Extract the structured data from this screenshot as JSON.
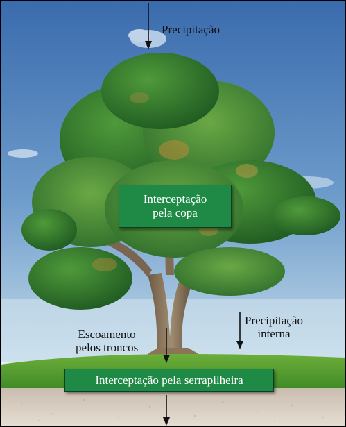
{
  "labels": {
    "precipitation": "Precipitação",
    "internal_precipitation_line1": "Precipitação",
    "internal_precipitation_line2": "interna",
    "stemflow_line1": "Escoamento",
    "stemflow_line2": "pelos troncos"
  },
  "boxes": {
    "canopy_interception_line1": "Interceptação",
    "canopy_interception_line2": "pela copa",
    "litter_interception": "Interceptação pela serrapilheira"
  },
  "colors": {
    "sky_top": "#3c6fb0",
    "sky_bottom": "#b8d4e8",
    "box_fill": "#1f8a45",
    "grass": "#4f9a2c",
    "soil": "#d9cfc3"
  },
  "icons": [
    "arrow-down-icon"
  ]
}
